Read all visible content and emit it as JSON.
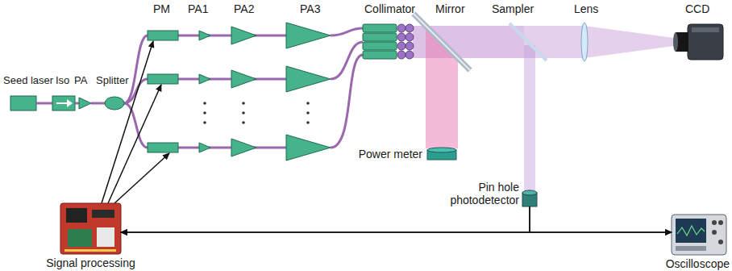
{
  "diagram": {
    "nodes": [
      {
        "text": [
          "Pin hole photodetector"
        ]
      },
      {
        "text": [
          "Signal processing"
        ]
      },
      {
        "text": [
          "Oscilloscope"
        ]
      }
    ],
    "edges": [
      {
        "from": 1,
        "to": 2,
        "arrow": "both"
      },
      {
        "from": 0,
        "to": 1,
        "arrow": "to"
      },
      {
        "from": 0,
        "to": 2,
        "arrow": "to"
      }
    ],
    "labels": [
      "PM",
      "PA1",
      "PA2",
      "PA3",
      "Collimator",
      "Mirror",
      "Sampler",
      "Lens",
      "CCD",
      "Seed laser",
      "Iso",
      "PA",
      "Splitter",
      "Power meter"
    ]
  }
}
